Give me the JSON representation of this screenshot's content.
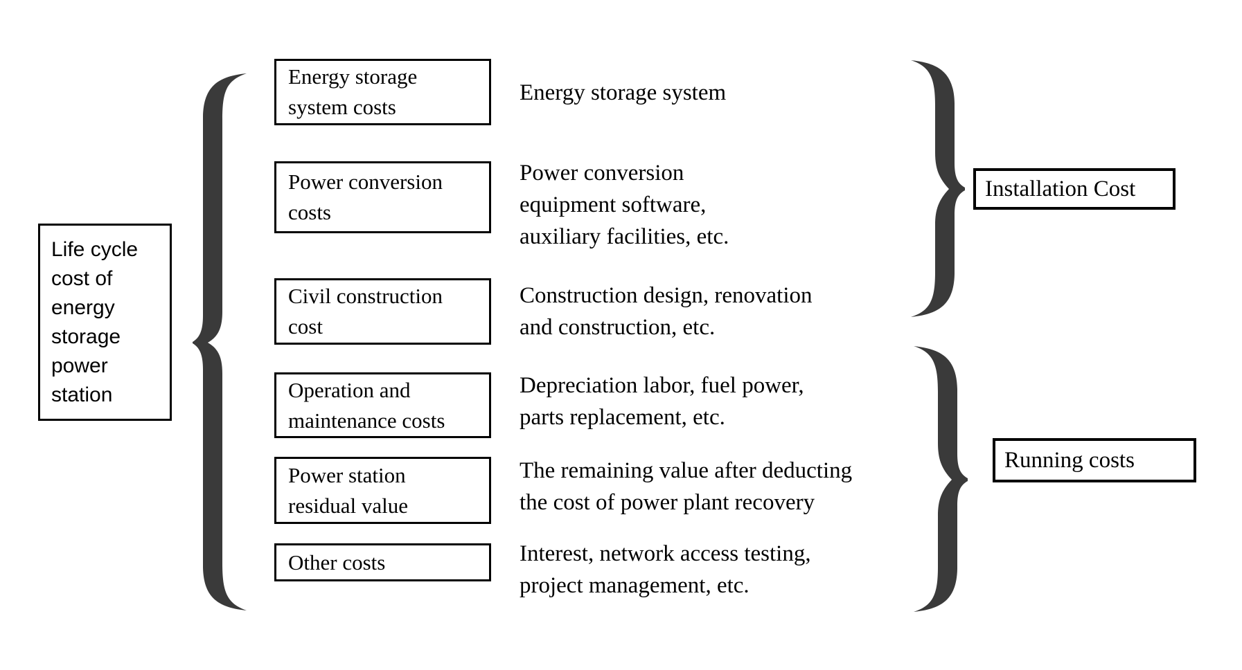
{
  "diagram": {
    "colors": {
      "background": "#ffffff",
      "border": "#000000",
      "text": "#000000",
      "brace": "#3a3a3a"
    },
    "root": {
      "label": "Life cycle cost of energy storage power station",
      "lines": [
        "Life cycle",
        "cost of",
        "energy",
        "storage",
        "power",
        "station"
      ]
    },
    "rows": [
      {
        "box_lines": [
          "Energy storage",
          "system costs"
        ],
        "description_lines": [
          "Energy storage system"
        ]
      },
      {
        "box_lines": [
          "Power conversion",
          "costs"
        ],
        "description_lines": [
          "Power conversion",
          "equipment software,",
          "auxiliary facilities, etc."
        ]
      },
      {
        "box_lines": [
          "Civil construction",
          "cost"
        ],
        "description_lines": [
          "Construction design, renovation",
          "and construction, etc."
        ]
      },
      {
        "box_lines": [
          "Operation and",
          "maintenance costs"
        ],
        "description_lines": [
          "Depreciation labor, fuel power,",
          "parts replacement, etc."
        ]
      },
      {
        "box_lines": [
          "Power station",
          "residual value"
        ],
        "description_lines": [
          "The remaining value after deducting",
          "the cost of power plant recovery"
        ]
      },
      {
        "box_lines": [
          "Other costs"
        ],
        "description_lines": [
          "Interest, network access testing,",
          "project management, etc."
        ]
      }
    ],
    "groups": [
      {
        "label": "Installation Cost"
      },
      {
        "label": "Running costs"
      }
    ]
  }
}
